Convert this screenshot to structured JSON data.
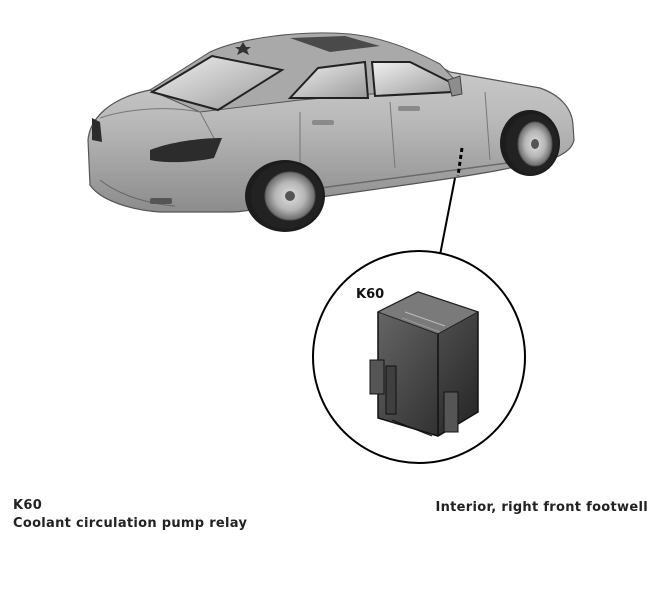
{
  "component": {
    "code": "K60",
    "callout_label": "K60",
    "description": "Coolant circulation pump relay",
    "location": "Interior, right front footwell"
  },
  "colors": {
    "car_body": "#b9b9b9",
    "relay_body": "#3a3a3a",
    "line": "#000000"
  }
}
